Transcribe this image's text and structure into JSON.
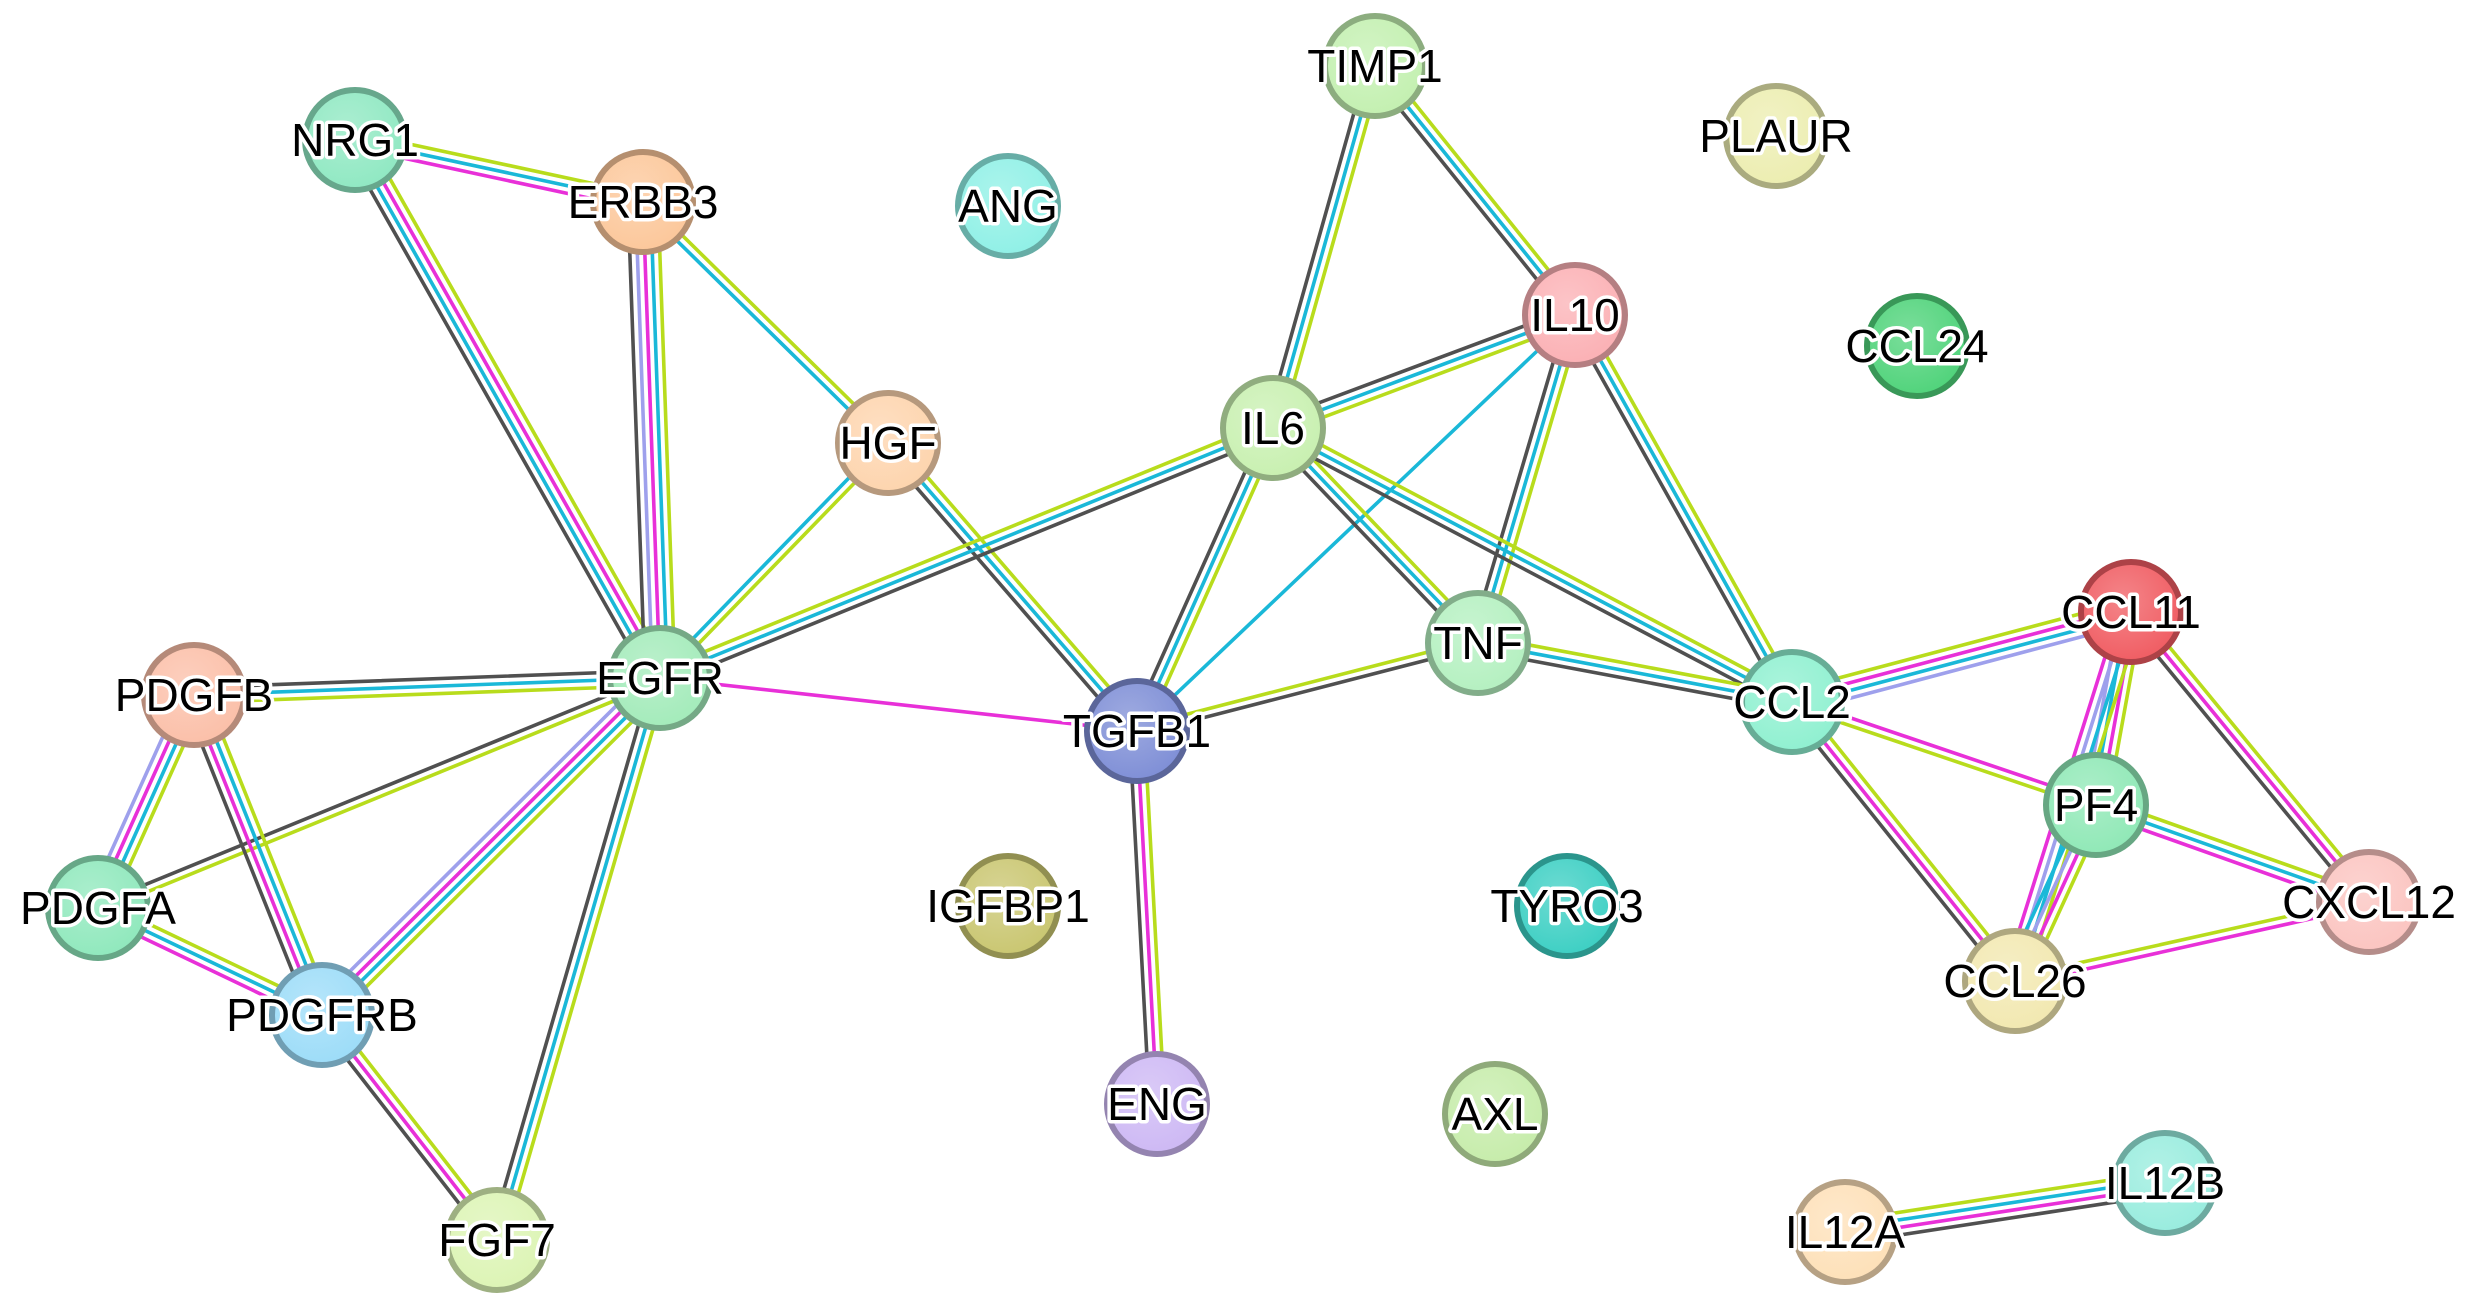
{
  "proteins": [
    {
      "id": "NRG1",
      "label": "NRG1",
      "color": "#8fe8c2"
    },
    {
      "id": "ERBB3",
      "label": "ERBB3",
      "color": "#fcc79a"
    },
    {
      "id": "ANG",
      "label": "ANG",
      "color": "#8ff0e6"
    },
    {
      "id": "HGF",
      "label": "HGF",
      "color": "#fdd4ad"
    },
    {
      "id": "TIMP1",
      "label": "TIMP1",
      "color": "#c3f0b0"
    },
    {
      "id": "PLAUR",
      "label": "PLAUR",
      "color": "#ecedb0"
    },
    {
      "id": "IL10",
      "label": "IL10",
      "color": "#fbb0b4"
    },
    {
      "id": "CCL24",
      "label": "CCL24",
      "color": "#4fd37a"
    },
    {
      "id": "IL6",
      "label": "IL6",
      "color": "#c8f0b0"
    },
    {
      "id": "PDGFB",
      "label": "PDGFB",
      "color": "#fbbfa8"
    },
    {
      "id": "EGFR",
      "label": "EGFR",
      "color": "#a3ebba"
    },
    {
      "id": "TGFB1",
      "label": "TGFB1",
      "color": "#7e8ed6"
    },
    {
      "id": "TNF",
      "label": "TNF",
      "color": "#b4f0c0"
    },
    {
      "id": "CCL2",
      "label": "CCL2",
      "color": "#8ff0d0"
    },
    {
      "id": "CCL11",
      "label": "CCL11",
      "color": "#f05c62"
    },
    {
      "id": "PF4",
      "label": "PF4",
      "color": "#8fe8b6"
    },
    {
      "id": "PDGFA",
      "label": "PDGFA",
      "color": "#8fe8bc"
    },
    {
      "id": "IGFBP1",
      "label": "IGFBP1",
      "color": "#c9c670"
    },
    {
      "id": "TYRO3",
      "label": "TYRO3",
      "color": "#3ccfc3"
    },
    {
      "id": "CXCL12",
      "label": "CXCL12",
      "color": "#fbc4c0"
    },
    {
      "id": "PDGFRB",
      "label": "PDGFRB",
      "color": "#9cdcf8"
    },
    {
      "id": "CCL26",
      "label": "CCL26",
      "color": "#f2e8b0"
    },
    {
      "id": "ENG",
      "label": "ENG",
      "color": "#cdb8f4"
    },
    {
      "id": "AXL",
      "label": "AXL",
      "color": "#c6ecaa"
    },
    {
      "id": "IL12B",
      "label": "IL12B",
      "color": "#98ecde"
    },
    {
      "id": "IL12A",
      "label": "IL12A",
      "color": "#fde0b8"
    },
    {
      "id": "FGF7",
      "label": "FGF7",
      "color": "#dcf4b4"
    }
  ],
  "interactions": [
    {
      "a": "NRG1",
      "b": "ERBB3",
      "evidence": [
        "textmining",
        "database",
        "experiments"
      ]
    },
    {
      "a": "NRG1",
      "b": "EGFR",
      "evidence": [
        "textmining",
        "experiments",
        "database",
        "coexpression"
      ]
    },
    {
      "a": "ERBB3",
      "b": "EGFR",
      "evidence": [
        "textmining",
        "database",
        "experiments",
        "homology",
        "coexpression"
      ]
    },
    {
      "a": "ERBB3",
      "b": "HGF",
      "evidence": [
        "textmining",
        "database"
      ]
    },
    {
      "a": "HGF",
      "b": "EGFR",
      "evidence": [
        "textmining",
        "database"
      ]
    },
    {
      "a": "HGF",
      "b": "TGFB1",
      "evidence": [
        "textmining",
        "database",
        "coexpression"
      ]
    },
    {
      "a": "EGFR",
      "b": "IL6",
      "evidence": [
        "textmining",
        "database",
        "coexpression"
      ]
    },
    {
      "a": "EGFR",
      "b": "TGFB1",
      "evidence": [
        "experiments"
      ]
    },
    {
      "a": "EGFR",
      "b": "PDGFB",
      "evidence": [
        "textmining",
        "database",
        "coexpression"
      ]
    },
    {
      "a": "EGFR",
      "b": "PDGFA",
      "evidence": [
        "textmining",
        "coexpression"
      ]
    },
    {
      "a": "EGFR",
      "b": "PDGFRB",
      "evidence": [
        "textmining",
        "database",
        "experiments",
        "homology"
      ]
    },
    {
      "a": "EGFR",
      "b": "FGF7",
      "evidence": [
        "textmining",
        "database",
        "coexpression"
      ]
    },
    {
      "a": "PDGFB",
      "b": "PDGFA",
      "evidence": [
        "textmining",
        "database",
        "experiments",
        "homology"
      ]
    },
    {
      "a": "PDGFB",
      "b": "PDGFRB",
      "evidence": [
        "textmining",
        "database",
        "experiments",
        "coexpression"
      ]
    },
    {
      "a": "PDGFA",
      "b": "PDGFRB",
      "evidence": [
        "textmining",
        "database",
        "experiments"
      ]
    },
    {
      "a": "PDGFRB",
      "b": "FGF7",
      "evidence": [
        "textmining",
        "experiments",
        "coexpression"
      ]
    },
    {
      "a": "TIMP1",
      "b": "IL6",
      "evidence": [
        "textmining",
        "database",
        "coexpression"
      ]
    },
    {
      "a": "TIMP1",
      "b": "IL10",
      "evidence": [
        "textmining",
        "database",
        "coexpression"
      ]
    },
    {
      "a": "IL10",
      "b": "IL6",
      "evidence": [
        "textmining",
        "database",
        "coexpression"
      ]
    },
    {
      "a": "IL10",
      "b": "TGFB1",
      "evidence": [
        "database"
      ]
    },
    {
      "a": "IL10",
      "b": "TNF",
      "evidence": [
        "textmining",
        "database",
        "coexpression"
      ]
    },
    {
      "a": "IL10",
      "b": "CCL2",
      "evidence": [
        "textmining",
        "database",
        "coexpression"
      ]
    },
    {
      "a": "IL6",
      "b": "TGFB1",
      "evidence": [
        "textmining",
        "database",
        "coexpression"
      ]
    },
    {
      "a": "IL6",
      "b": "TNF",
      "evidence": [
        "textmining",
        "database",
        "coexpression"
      ]
    },
    {
      "a": "IL6",
      "b": "CCL2",
      "evidence": [
        "textmining",
        "database",
        "coexpression"
      ]
    },
    {
      "a": "TGFB1",
      "b": "TNF",
      "evidence": [
        "textmining",
        "coexpression"
      ]
    },
    {
      "a": "TGFB1",
      "b": "ENG",
      "evidence": [
        "textmining",
        "experiments",
        "coexpression"
      ]
    },
    {
      "a": "TNF",
      "b": "CCL2",
      "evidence": [
        "textmining",
        "database",
        "coexpression"
      ]
    },
    {
      "a": "CCL2",
      "b": "CCL11",
      "evidence": [
        "textmining",
        "experiments",
        "database",
        "homology"
      ]
    },
    {
      "a": "CCL2",
      "b": "PF4",
      "evidence": [
        "experiments",
        "textmining"
      ]
    },
    {
      "a": "CCL2",
      "b": "CCL26",
      "evidence": [
        "textmining",
        "experiments",
        "coexpression"
      ]
    },
    {
      "a": "CCL11",
      "b": "PF4",
      "evidence": [
        "textmining",
        "experiments",
        "database",
        "homology"
      ]
    },
    {
      "a": "CCL11",
      "b": "CXCL12",
      "evidence": [
        "textmining",
        "experiments",
        "coexpression"
      ]
    },
    {
      "a": "CCL11",
      "b": "CCL26",
      "evidence": [
        "textmining",
        "database",
        "homology",
        "experiments"
      ]
    },
    {
      "a": "PF4",
      "b": "CXCL12",
      "evidence": [
        "textmining",
        "database",
        "experiments"
      ]
    },
    {
      "a": "PF4",
      "b": "CCL26",
      "evidence": [
        "textmining",
        "experiments",
        "homology",
        "database"
      ]
    },
    {
      "a": "CCL26",
      "b": "CXCL12",
      "evidence": [
        "textmining",
        "experiments"
      ]
    },
    {
      "a": "IL12A",
      "b": "IL12B",
      "evidence": [
        "textmining",
        "database",
        "experiments",
        "coexpression"
      ]
    }
  ],
  "evidence_colors": {
    "textmining": "#b8dc1c",
    "database": "#1ab8d8",
    "experiments": "#e830d8",
    "coexpression": "#505050",
    "homology": "#9ea0ec",
    "cooccurrence": "#2020d0"
  }
}
